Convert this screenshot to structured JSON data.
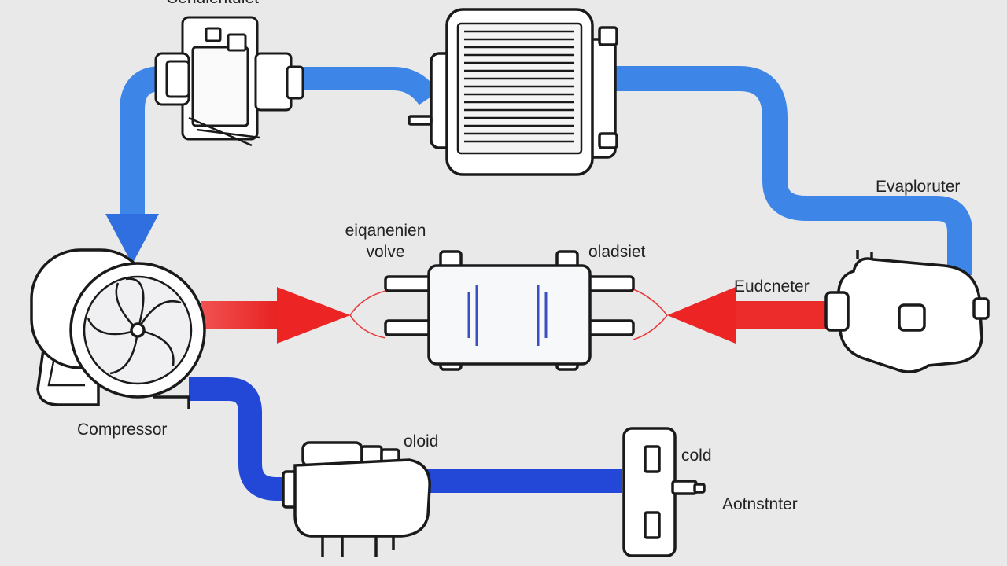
{
  "labels": {
    "condenser_top": "Cendientulet",
    "evaporator": "Evaploruter",
    "expansion_valve_line1": "eiqanenien",
    "expansion_valve_line2": "volve",
    "clock_label": "oladsiet",
    "eudcneter": "Eudcneter",
    "compressor": "Compressor",
    "diode": "oloid",
    "cold": "cold",
    "accumulator": "Aotnstnter"
  },
  "colors": {
    "background": "#e9e9ea",
    "pipe_light_blue": "#3d86e8",
    "pipe_dark_blue": "#2347d6",
    "pipe_red": "#ee2e2e",
    "outline": "#1a1a1a",
    "component_fill": "#ffffff"
  }
}
